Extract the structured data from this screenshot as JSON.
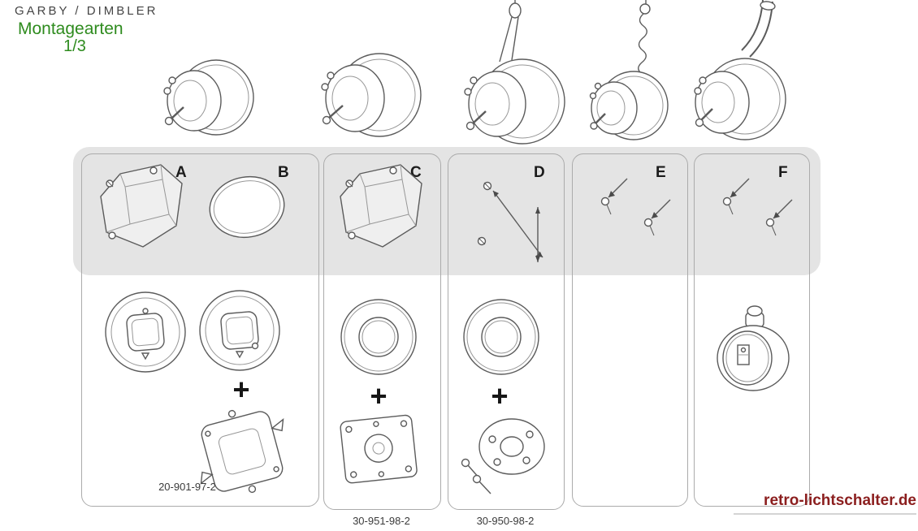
{
  "header": {
    "brand": "GARBY / DIMBLER",
    "title": "Montagearten",
    "page": "1/3"
  },
  "sections": {
    "a": "A",
    "b": "B",
    "c": "C",
    "d": "D",
    "e": "E",
    "f": "F"
  },
  "plus_sign": "+",
  "part_numbers": {
    "ab": "20-901-97-2",
    "c": "30-951-98-2",
    "d": "30-950-98-2"
  },
  "watermark": "retro-lichtschalter.de",
  "colors": {
    "title_green": "#2e8b1e",
    "watermark_red": "#8b1e1e",
    "band_gray": "#e4e4e4",
    "box_border": "#ababab",
    "line_gray": "#5b5b5b"
  },
  "icons": {
    "flush_mount_box": "flush-mount-box-icon",
    "oval_gasket": "oval-gasket-icon",
    "screw_arrows": "screw-arrows-icon",
    "plus": "+"
  }
}
